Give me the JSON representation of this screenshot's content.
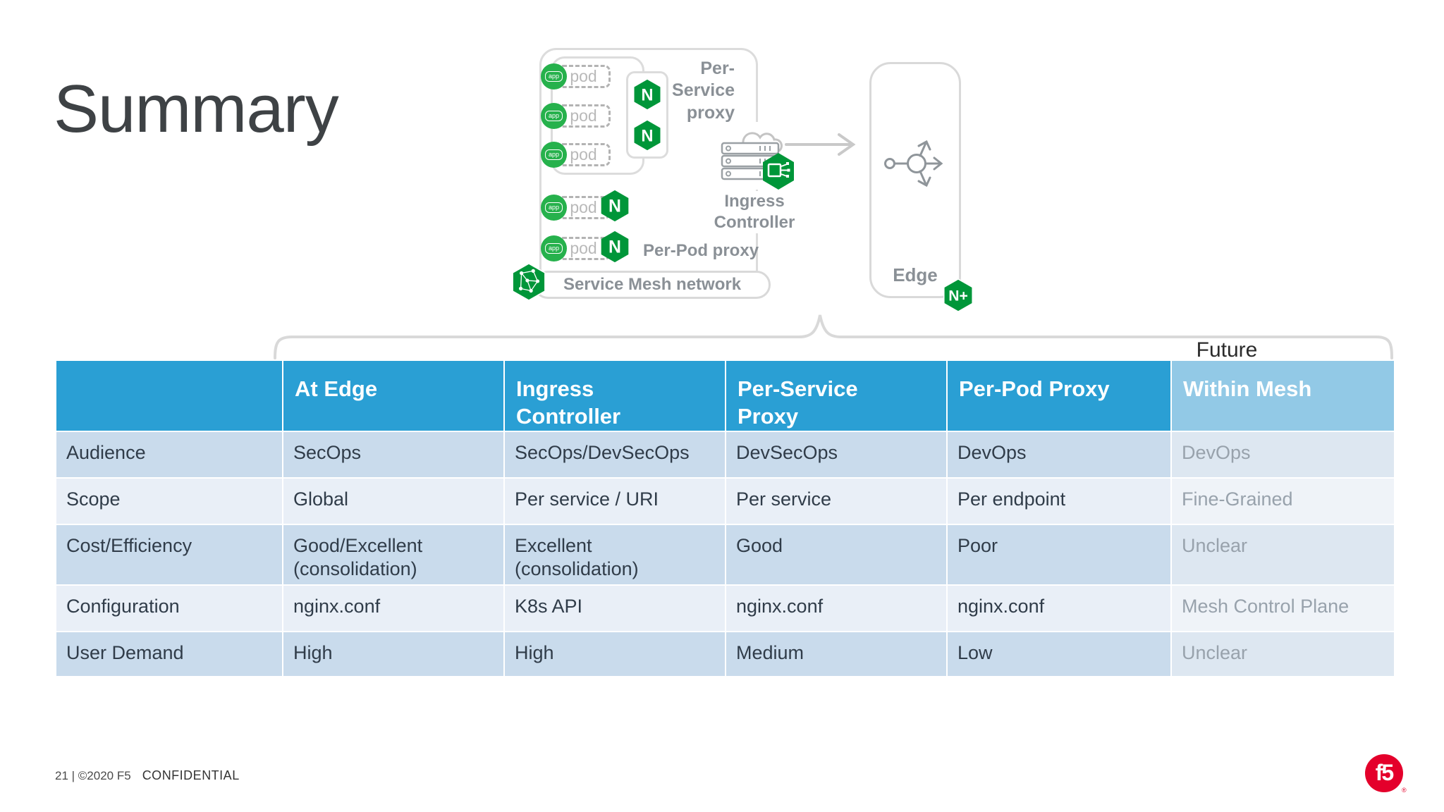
{
  "slide": {
    "title": "Summary",
    "footer_page": "21 | ©2020 F5",
    "footer_confidential": "CONFIDENTIAL",
    "logo_text": "f5"
  },
  "diagram": {
    "app_label": "app",
    "pod_label": "pod",
    "nginx_letter": "N",
    "nginx_plus_label": "N+",
    "per_service_proxy_label": "Per-Service\nproxy",
    "per_pod_proxy_label": "Per-Pod proxy",
    "ingress_controller_label": "Ingress\nController",
    "service_mesh_label": "Service Mesh network",
    "edge_label": "Edge",
    "future_label": "Future"
  },
  "table": {
    "headers": [
      "",
      "At Edge",
      "Ingress\nController",
      "Per-Service\nProxy",
      "Per-Pod Proxy",
      "Within Mesh"
    ],
    "rows": [
      {
        "label": "Audience",
        "cells": [
          "SecOps",
          "SecOps/DevSecOps",
          "DevSecOps",
          "DevOps",
          "DevOps"
        ]
      },
      {
        "label": "Scope",
        "cells": [
          "Global",
          "Per service / URI",
          "Per service",
          "Per endpoint",
          "Fine-Grained"
        ]
      },
      {
        "label": "Cost/Efficiency",
        "cells": [
          "Good/Excellent (consolidation)",
          "Excellent (consolidation)",
          "Good",
          "Poor",
          "Unclear"
        ]
      },
      {
        "label": "Configuration",
        "cells": [
          "nginx.conf",
          "K8s API",
          "nginx.conf",
          "nginx.conf",
          "Mesh Control Plane"
        ]
      },
      {
        "label": "User Demand",
        "cells": [
          "High",
          "High",
          "Medium",
          "Low",
          "Unclear"
        ]
      }
    ]
  },
  "colors": {
    "header_blue": "#2a9fd4",
    "header_future_blue": "#92c9e6",
    "row_dark": "#c9dbec",
    "row_light": "#e9eff7",
    "future_text_gray": "#98a2ac",
    "nginx_green": "#009639",
    "app_green": "#26b14c",
    "f5_red": "#e4002b"
  }
}
